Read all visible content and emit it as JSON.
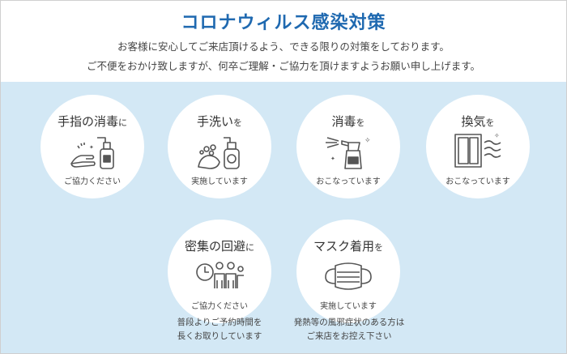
{
  "header": {
    "title": "コロナウィルス感染対策",
    "line1": "お客様に安心してご来店頂けるよう、できる限りの対策をしております。",
    "line2": "ご不便をおかけ致しますが、何卒ご理解・ご協力を頂けますようお願い申し上げます。"
  },
  "items": [
    {
      "title": "手指の消毒",
      "suffix": "に",
      "sub": "ご協力ください",
      "icon": "hand-sanitizer-icon"
    },
    {
      "title": "手洗い",
      "suffix": "を",
      "sub": "実施しています",
      "icon": "handwash-icon"
    },
    {
      "title": "消毒",
      "suffix": "を",
      "sub": "おこなっています",
      "icon": "spray-bottle-icon"
    },
    {
      "title": "換気",
      "suffix": "を",
      "sub": "おこなっています",
      "icon": "window-ventilation-icon"
    },
    {
      "title": "密集の回避",
      "suffix": "に",
      "sub": "ご協力ください",
      "icon": "crowd-clock-icon"
    },
    {
      "title": "マスク着用",
      "suffix": "を",
      "sub": "実施しています",
      "icon": "face-mask-icon"
    }
  ],
  "notes": {
    "reservation_line1": "普段よりご予約時間を",
    "reservation_line2": "長くお取りしています",
    "fever_line1": "発熱等の風邪症状のある方は",
    "fever_line2": "ご来店をお控え下さい"
  },
  "colors": {
    "title": "#1f69b0",
    "panel": "#d3e8f5",
    "icon": "#555555"
  }
}
